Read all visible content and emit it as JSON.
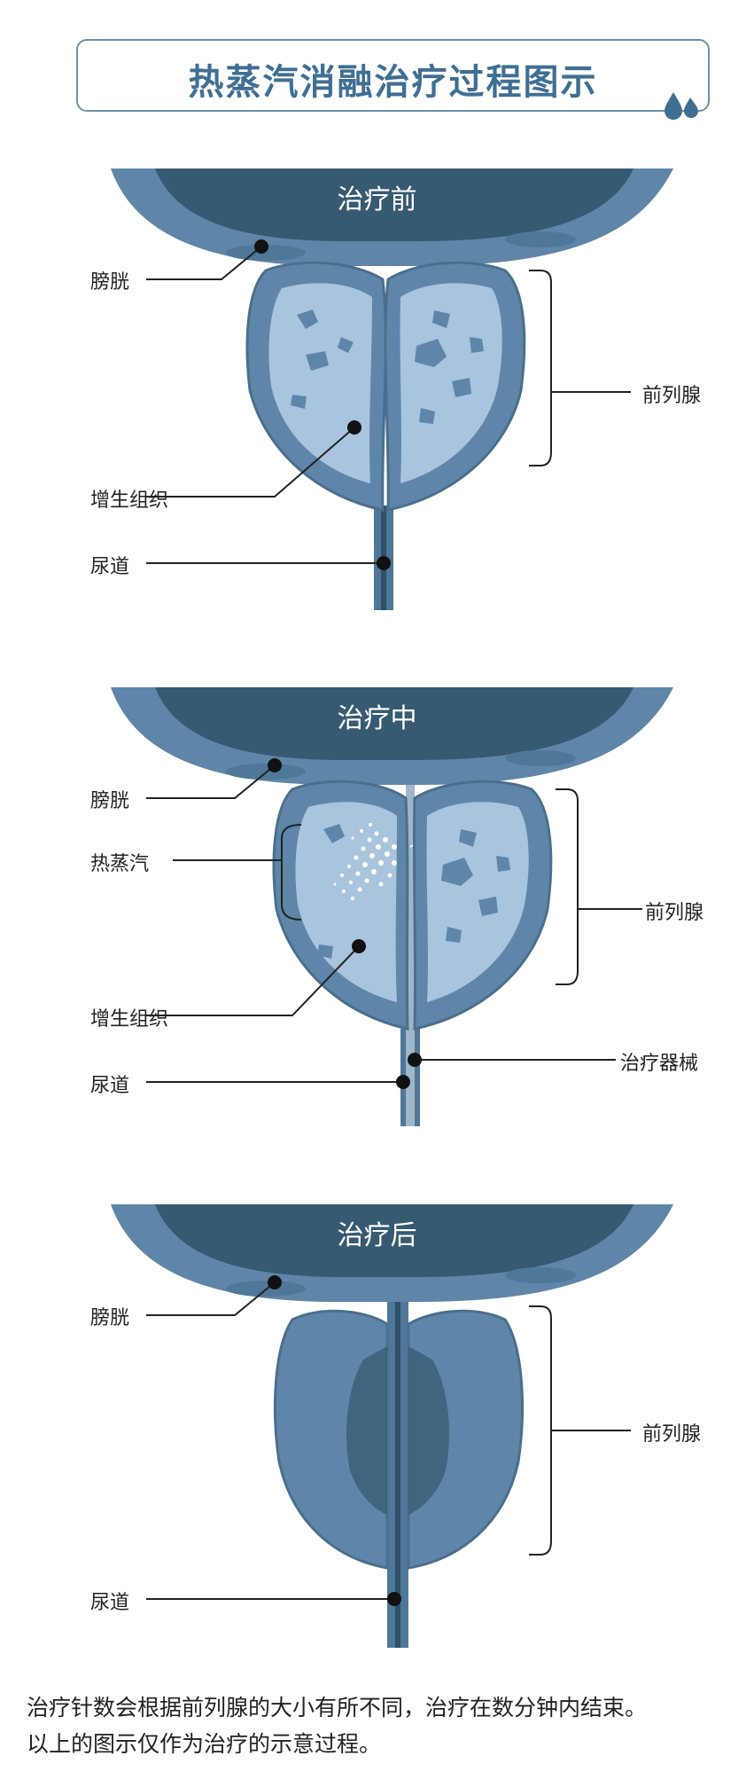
{
  "title": "热蒸汽消融治疗过程图示",
  "colors": {
    "accent": "#3f6f93",
    "bladder_dark": "#365a72",
    "tissue_mid": "#5f86a8",
    "tissue_light": "#a9c4dd",
    "label_text": "#222222"
  },
  "stages": [
    {
      "title": "治疗前",
      "labels": {
        "bladder": "膀胱",
        "prostate": "前列腺",
        "hyperplasia": "增生组织",
        "urethra": "尿道"
      }
    },
    {
      "title": "治疗中",
      "labels": {
        "bladder": "膀胱",
        "steam": "热蒸汽",
        "prostate": "前列腺",
        "hyperplasia": "增生组织",
        "instrument": "治疗器械",
        "urethra": "尿道"
      }
    },
    {
      "title": "治疗后",
      "labels": {
        "bladder": "膀胱",
        "prostate": "前列腺",
        "urethra": "尿道"
      }
    }
  ],
  "footer": {
    "line1": "治疗针数会根据前列腺的大小有所不同，治疗在数分钟内结束。",
    "line2": "以上的图示仅作为治疗的示意过程。"
  }
}
